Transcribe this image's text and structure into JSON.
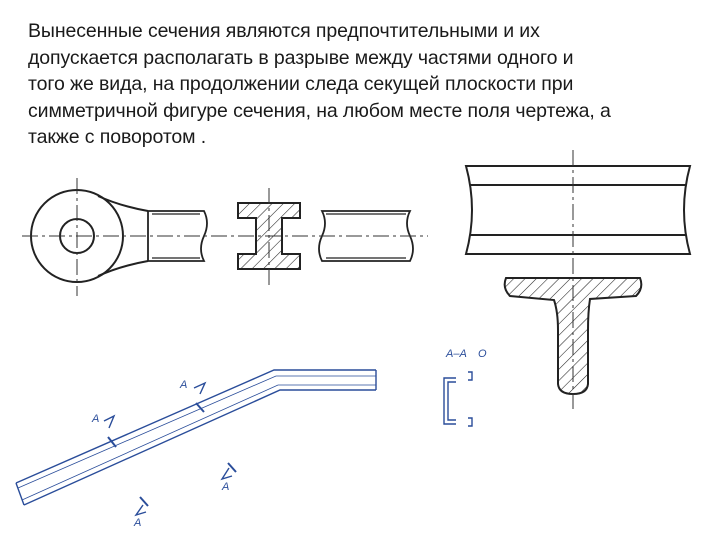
{
  "paragraph": {
    "lines": [
      "Вынесенные сечения являются предпочтительными и их",
      "допускается располагать в разрыве между частями одного и",
      "того же вида, на продолжении следа секущей плоскости при",
      "симметричной фигуре сечения, на любом месте поля чертежа, а",
      "также с поворотом ."
    ]
  },
  "drawing_labels": {
    "section_a1": "А",
    "section_a2": "А",
    "section_a3": "А",
    "section_a4": "А",
    "section_title": "А–А",
    "rotation_mark": "О"
  },
  "colors": {
    "line_dark": "#222222",
    "line_blue": "#2a4d9a"
  }
}
